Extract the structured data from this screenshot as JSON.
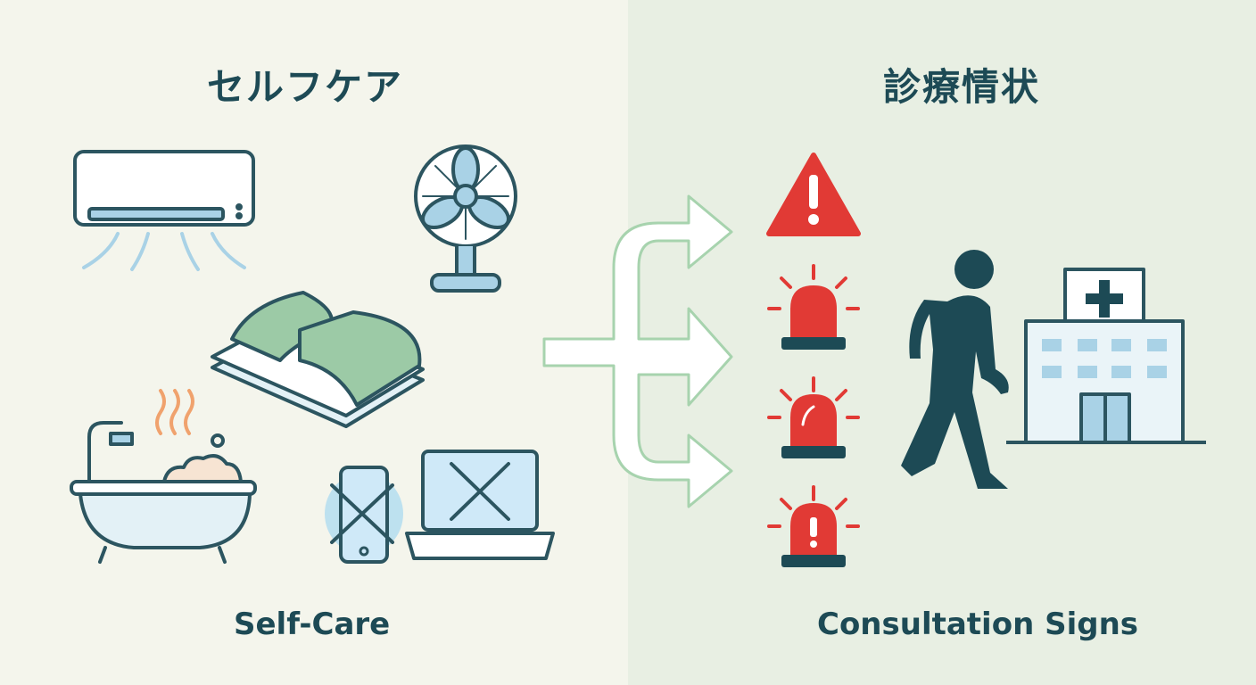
{
  "self_care": {
    "title_jp": "セルフケア",
    "title_en": "Self-Care"
  },
  "consultation": {
    "title_jp": "診療情状",
    "title_en": "Consultation Signs"
  },
  "colors": {
    "outline": "#2c5560",
    "accent_blue": "#a9d2e6",
    "accent_green": "#9ccaa6",
    "alert_red": "#e13a35",
    "arrow_outline": "#a7d3ae"
  }
}
